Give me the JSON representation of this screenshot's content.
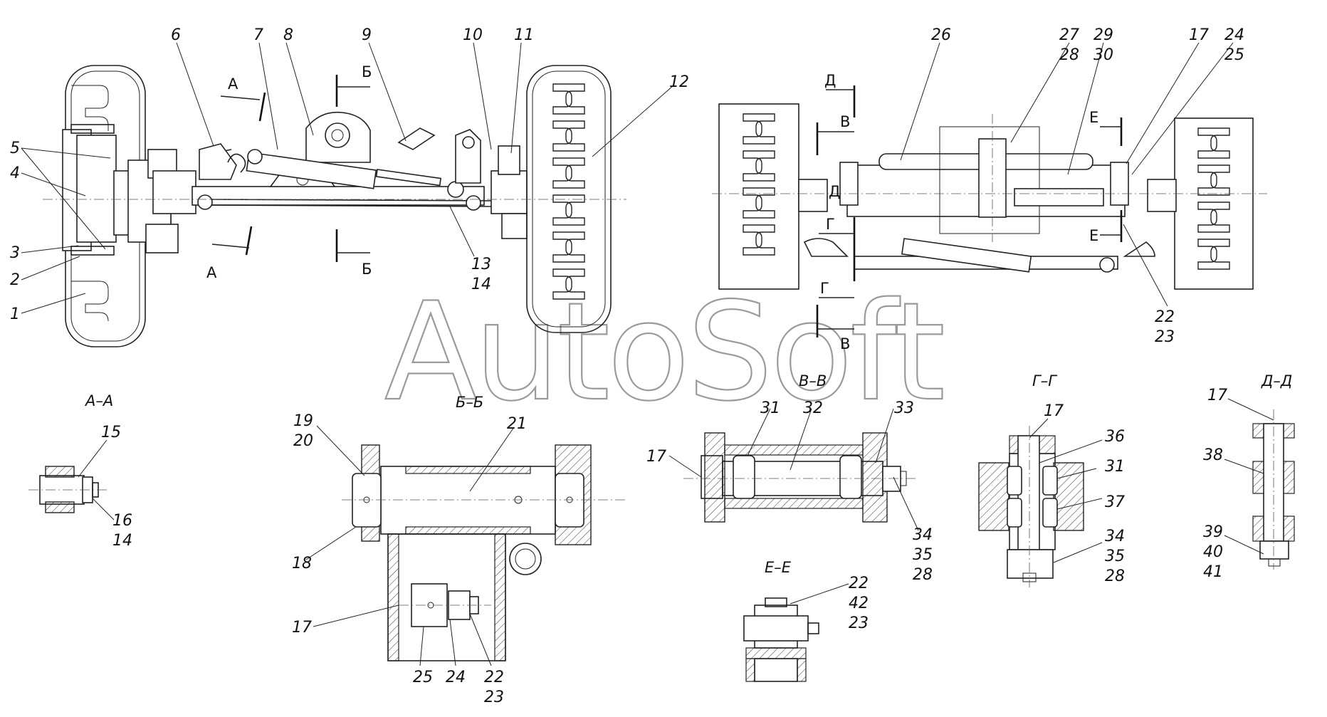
{
  "watermark": "AutoSoft",
  "section_titles": {
    "aa": "А–А",
    "bb": "Б–Б",
    "vv": "В–В",
    "gg": "Г–Г",
    "dd": "Д–Д",
    "ee": "Е–Е"
  },
  "cut_letters": {
    "a1": "А",
    "a2": "А",
    "b1": "Б",
    "b2": "Б",
    "v1": "В",
    "v2": "В",
    "g1": "Г",
    "g2": "Г",
    "d1": "Д",
    "d2": "Д",
    "e1": "Е",
    "e2": "Е"
  },
  "callouts": {
    "c1": "1",
    "c2": "2",
    "c3": "3",
    "c4": "4",
    "c5": "5",
    "c6": "6",
    "c7": "7",
    "c8": "8",
    "c9": "9",
    "c10": "10",
    "c11": "11",
    "c12": "12",
    "c13": "13",
    "c14": "14",
    "c15": "15",
    "c16": "16",
    "c14b": "14",
    "c17a": "17",
    "c17b": "17",
    "c17c": "17",
    "c17d": "17",
    "c17e": "17",
    "c18": "18",
    "c19": "19",
    "c20": "20",
    "c21": "21",
    "c22a": "22",
    "c23a": "23",
    "c22b": "22",
    "c23b": "23",
    "c22c": "22",
    "c42": "42",
    "c23c": "23",
    "c24a": "24",
    "c25a": "25",
    "c24b": "24",
    "c25b": "25",
    "c26": "26",
    "c27": "27",
    "c28a": "28",
    "c29": "29",
    "c30": "30",
    "c31a": "31",
    "c32": "32",
    "c33": "33",
    "c34a": "34",
    "c35a": "35",
    "c28b": "28",
    "c36": "36",
    "c31b": "31",
    "c37": "37",
    "c34b": "34",
    "c35b": "35",
    "c28c": "28",
    "c38": "38",
    "c39": "39",
    "c40": "40",
    "c41": "41"
  }
}
